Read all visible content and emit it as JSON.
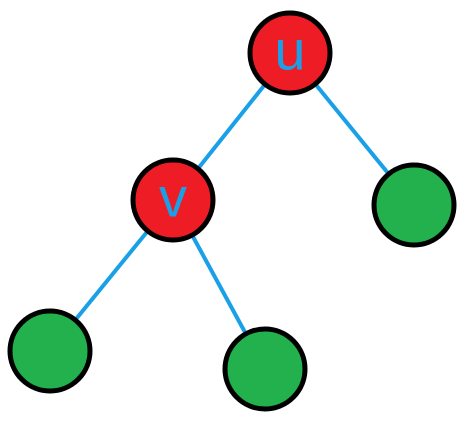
{
  "colors": {
    "edge": "#1aa0e6",
    "labeled_node": "#ee1c25",
    "leaf_node": "#22b14c",
    "label_text": "#1aa0e6",
    "outline": "#000000"
  },
  "nodes": [
    {
      "id": "u",
      "label": "u",
      "kind": "labeled"
    },
    {
      "id": "v",
      "label": "v",
      "kind": "labeled"
    },
    {
      "id": "right-leaf",
      "label": "",
      "kind": "leaf"
    },
    {
      "id": "left-leaf",
      "label": "",
      "kind": "leaf"
    },
    {
      "id": "middle-leaf",
      "label": "",
      "kind": "leaf"
    }
  ],
  "edges": [
    {
      "from": "u",
      "to": "v"
    },
    {
      "from": "u",
      "to": "right-leaf"
    },
    {
      "from": "v",
      "to": "left-leaf"
    },
    {
      "from": "v",
      "to": "middle-leaf"
    }
  ]
}
